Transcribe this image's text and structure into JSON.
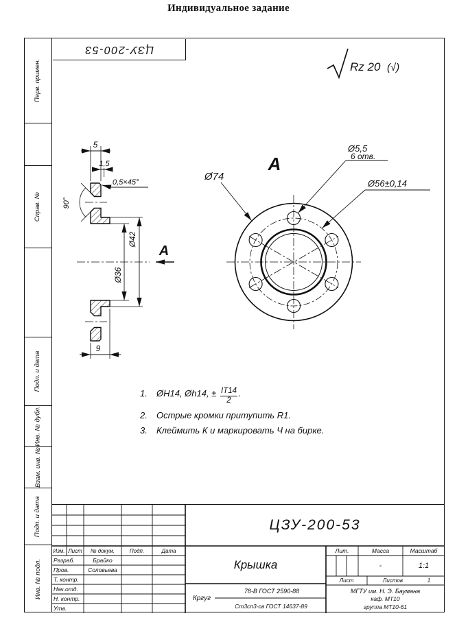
{
  "page_title": "Индивидуальное задание",
  "stamp_top": "ЦЗУ-200-53",
  "surface_finish": {
    "value": "Rz 20",
    "all_sides": "(√)"
  },
  "left_strip": {
    "labels": [
      "Перв. примен.",
      "Справ. №",
      "Подп. и дата",
      "Инв. № дубл.",
      "Взам. инв. №",
      "Подп. и дата",
      "Инв. № подл."
    ]
  },
  "section_view": {
    "dim_5": "5",
    "dim_1_5": "1,5",
    "chamfer": "0,5×45°",
    "angle_90": "90°",
    "dia_42": "Ø42",
    "dia_36": "Ø36",
    "dim_9": "9",
    "arrow_label": "А"
  },
  "front_view": {
    "view_label": "А",
    "dia_74": "Ø74",
    "holes_dia": "Ø5,5",
    "holes_count": "6 отв.",
    "bolt_circle": "Ø56±0,14"
  },
  "notes": {
    "n1_num": "1.",
    "n1_text": "ØH14, Øh14, ±",
    "n1_frac_num": "IT14",
    "n1_frac_den": "2",
    "n1_suffix": ".",
    "n2_num": "2.",
    "n2_text": "Острые кромки притупить R1.",
    "n3_num": "3.",
    "n3_text": "Клеймить К и маркировать Ч на бирке."
  },
  "title_block": {
    "doc_number": "ЦЗУ-200-53",
    "part_name": "Крышка",
    "header_cols": [
      "Изм.",
      "Лист",
      "№ докум.",
      "Подп.",
      "Дата"
    ],
    "rows": [
      {
        "role": "Разраб.",
        "name": "Брайко"
      },
      {
        "role": "Пров.",
        "name": "Соловьева"
      },
      {
        "role": "Т. контр.",
        "name": ""
      },
      {
        "role": "Нач.отд.",
        "name": ""
      },
      {
        "role": "Н. контр.",
        "name": ""
      },
      {
        "role": "Утв.",
        "name": ""
      }
    ],
    "lit_label": "Лит.",
    "mass_label": "Масса",
    "mass_value": "-",
    "scale_label": "Масштаб",
    "scale_value": "1:1",
    "sheet_label": "Лист",
    "sheets_label": "Листов",
    "sheets_value": "1",
    "material_kind": "Кргуг",
    "material_line1": "78-В ГОСТ 2590-88",
    "material_line2": "Ст3сп3-св ГОСТ 14637-89",
    "org_line1": "МГТУ им. Н. Э. Баумана",
    "org_line2": "каф. МТ10",
    "org_line3": "группа МТ10-61"
  }
}
